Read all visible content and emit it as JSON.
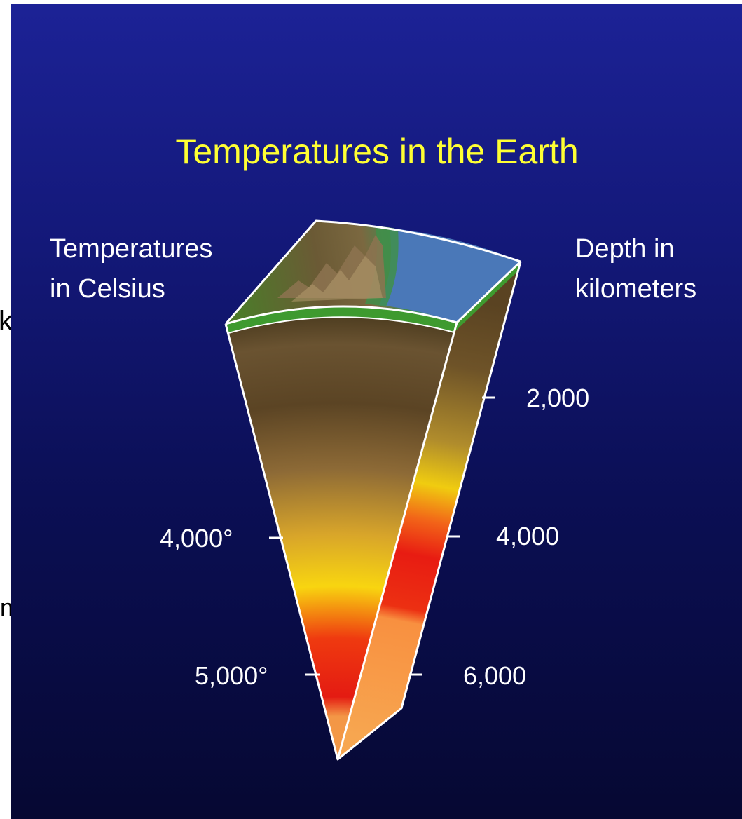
{
  "diagram": {
    "title": "Temperatures in the Earth",
    "left_heading": [
      "Temperatures",
      "in Celsius"
    ],
    "right_heading": [
      "Depth in",
      "kilometers"
    ],
    "temperature_labels": [
      "4,000°",
      "5,000°"
    ],
    "depth_labels": [
      "2,000",
      "4,000",
      "6,000"
    ],
    "colors": {
      "title": "#ffff33",
      "label_text": "#ffffff",
      "outline": "#ffffff",
      "crust_green": "#3e9a2f",
      "ocean_blue": "#4a78b8",
      "mantle_brown": "#5b4424",
      "outer_core_yellow": "#f2c20c",
      "core_red": "#e41b12",
      "inner_core_orange": "#f7a04a"
    }
  },
  "background_fragments": [
    "ks",
    "n/"
  ]
}
